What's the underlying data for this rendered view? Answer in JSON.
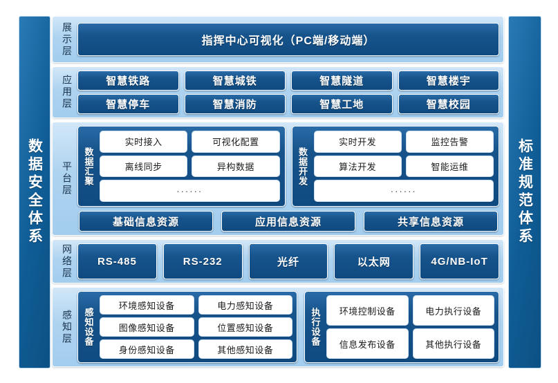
{
  "sidebars": {
    "left": {
      "label": "数据安全体系"
    },
    "right": {
      "label": "标准规范体系"
    }
  },
  "colors": {
    "panel_light_blue": "#aed3f0",
    "pill_dark_blue": "#15518a",
    "pillar_blue": "#0f5c95",
    "white_box": "#ffffff",
    "page_background": "#ffffff"
  },
  "layers": {
    "presentation": {
      "label": "展示层",
      "bar": "指挥中心可视化（PC端/移动端）"
    },
    "application": {
      "label": "应用层",
      "items": [
        "智慧铁路",
        "智慧城铁",
        "智慧隧道",
        "智慧楼宇",
        "智慧停车",
        "智慧消防",
        "智慧工地",
        "智慧校园"
      ]
    },
    "platform": {
      "label": "平台层",
      "groups": [
        {
          "label": "数据汇聚",
          "items": [
            "实时接入",
            "可视化配置",
            "离线同步",
            "异构数据"
          ],
          "more": "······"
        },
        {
          "label": "数据开发",
          "items": [
            "实时开发",
            "监控告警",
            "算法开发",
            "智能运维"
          ],
          "more": "······"
        }
      ],
      "resources": [
        "基础信息资源",
        "应用信息资源",
        "共享信息资源"
      ]
    },
    "network": {
      "label": "网络层",
      "items": [
        "RS-485",
        "RS-232",
        "光纤",
        "以太网",
        "4G/NB-IoT"
      ]
    },
    "perception": {
      "label": "感知层",
      "groups": [
        {
          "label": "感知设备",
          "items": [
            "环境感知设备",
            "电力感知设备",
            "图像感知设备",
            "位置感知设备",
            "身份感知设备",
            "其他感知设备"
          ]
        },
        {
          "label": "执行设备",
          "items": [
            "环境控制设备",
            "电力执行设备",
            "信息发布设备",
            "其他执行设备"
          ]
        }
      ]
    }
  }
}
